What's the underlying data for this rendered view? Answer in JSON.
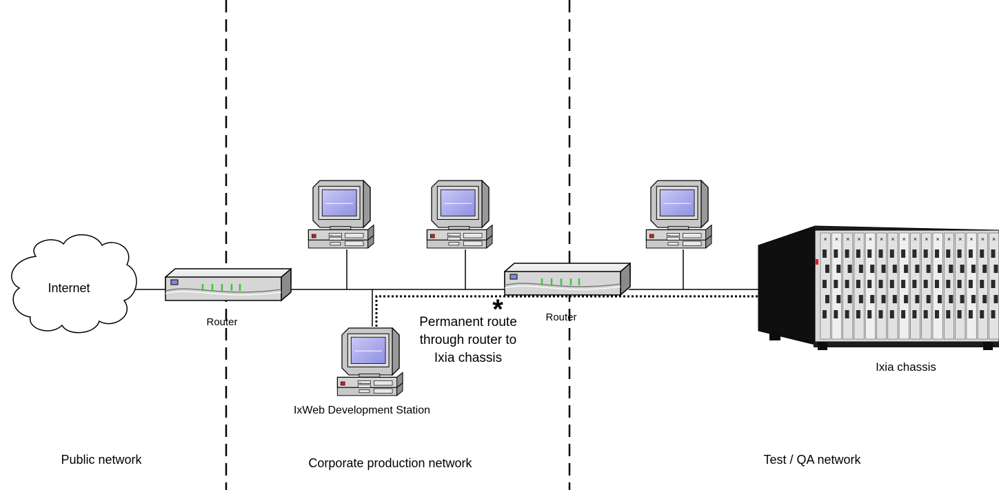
{
  "zones": {
    "public": "Public network",
    "corporate": "Corporate production network",
    "test": "Test / QA network"
  },
  "cloud_label": "Internet",
  "router1_label": "Router",
  "router2_label": "Router",
  "station_label": "IxWeb Development Station",
  "route_note": {
    "line1": "Permanent  route",
    "line2": "through router to",
    "line3": "Ixia chassis",
    "marker": "*"
  },
  "chassis_label": "Ixia chassis",
  "icons": [
    "cloud-icon",
    "router-icon",
    "computer-icon",
    "chassis-icon"
  ],
  "colors": {
    "screen": "#a9a9ee",
    "led_green": "#3ec43e",
    "led_red": "#d81e1e",
    "chassis_dark": "#1c1c1c"
  }
}
